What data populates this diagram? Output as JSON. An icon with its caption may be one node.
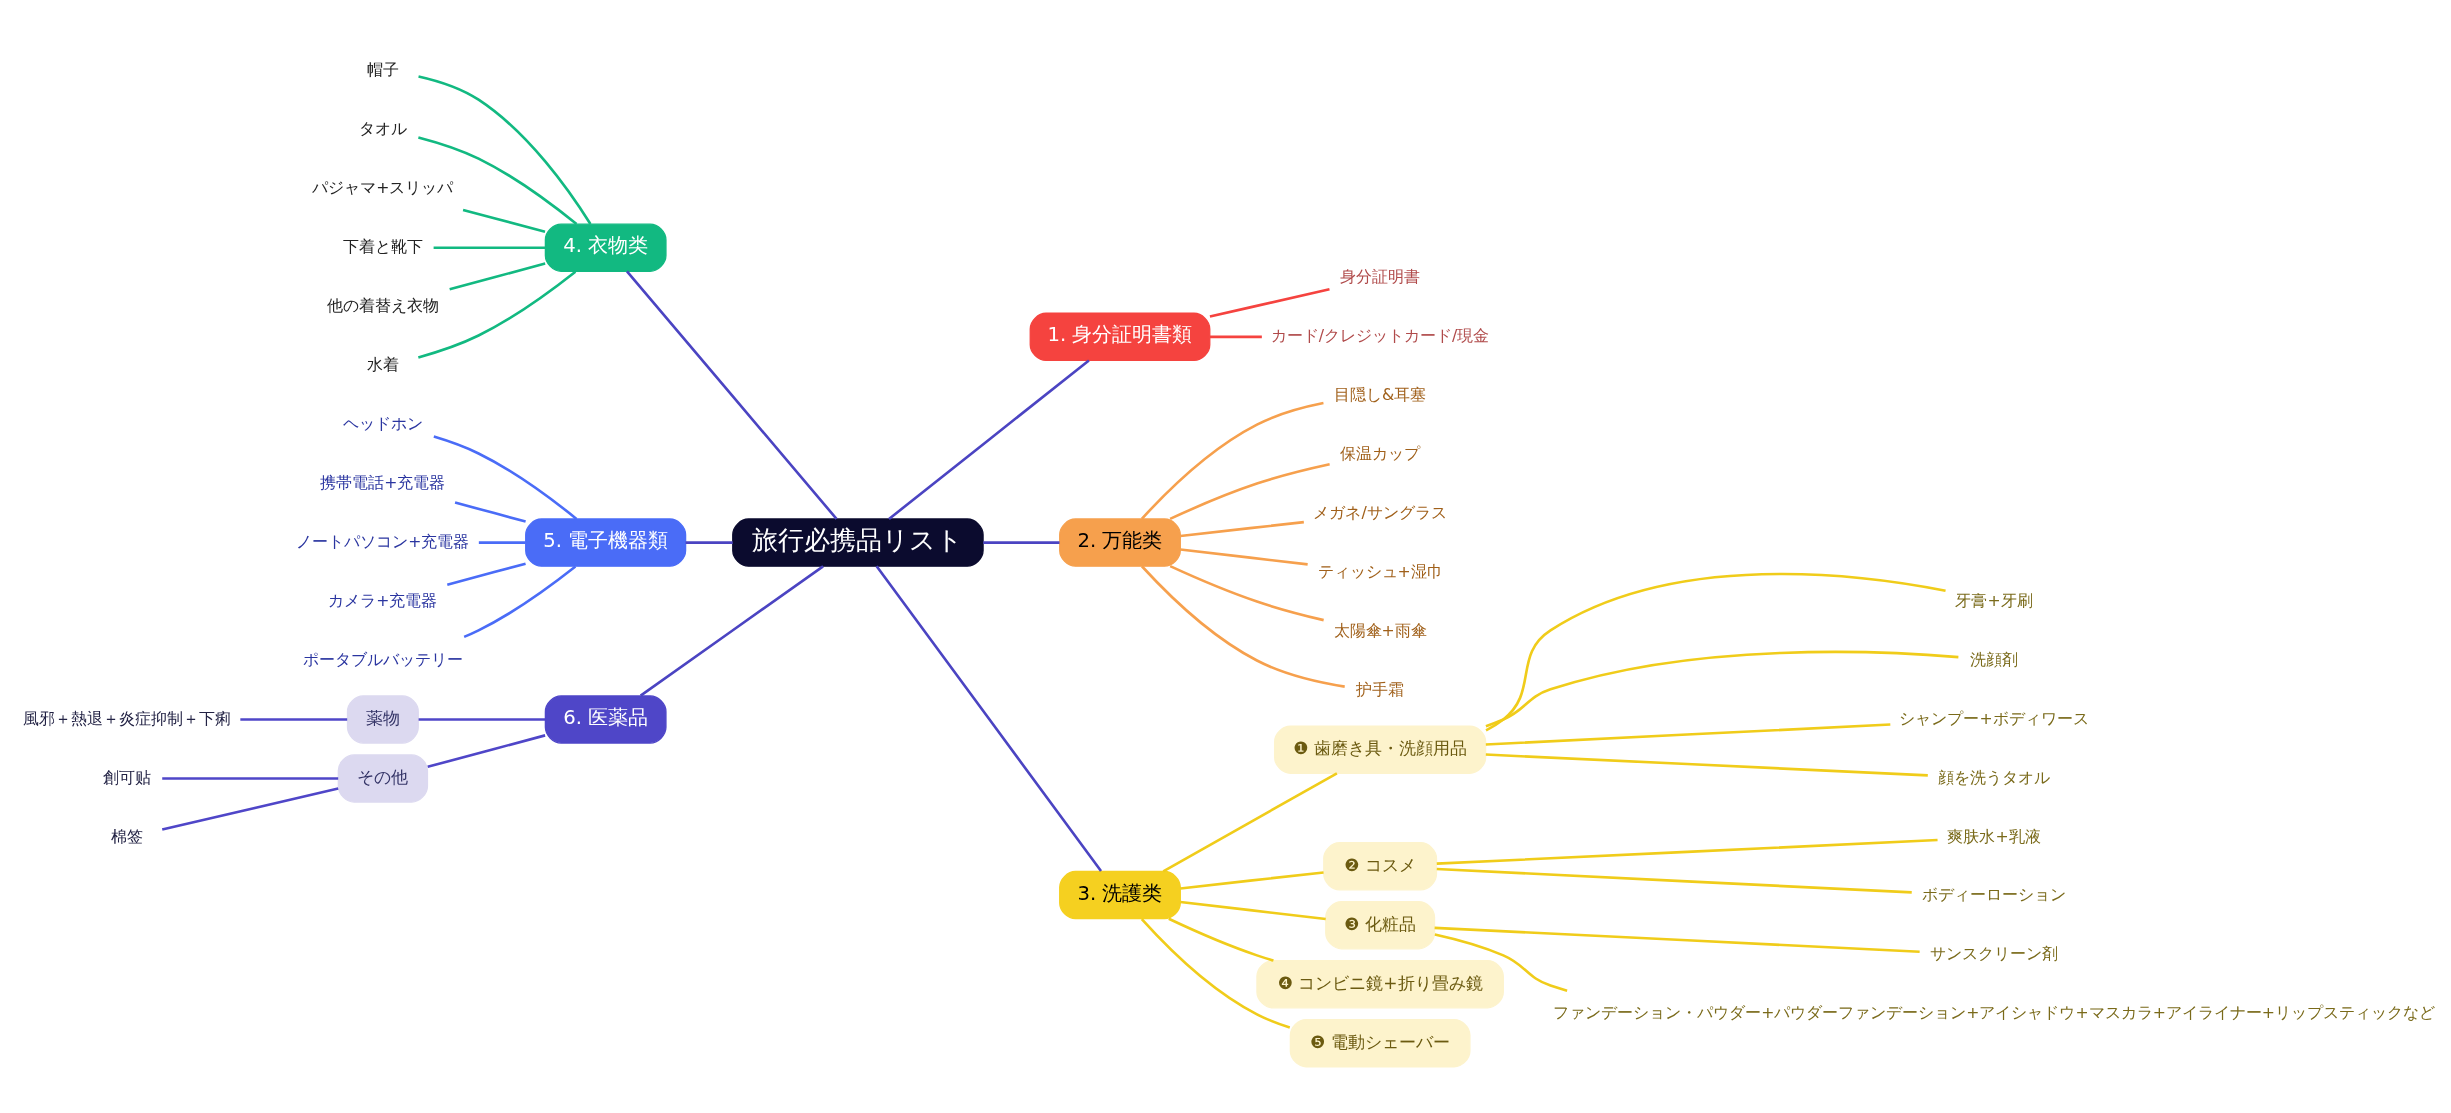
{
  "diagram": {
    "nodes": [
      {
        "text": [
          "旅行必携品リスト"
        ]
      },
      {
        "text": [
          "1. 身分証明書類"
        ]
      },
      {
        "text": [
          "身分証明書"
        ]
      },
      {
        "text": [
          "カード/クレジットカード/現金"
        ]
      },
      {
        "text": [
          "2. 万能类"
        ]
      },
      {
        "text": [
          "目隠し&耳塞"
        ]
      },
      {
        "text": [
          "保温カップ"
        ]
      },
      {
        "text": [
          "メガネ/サングラス"
        ]
      },
      {
        "text": [
          "ティッシュ+湿巾"
        ]
      },
      {
        "text": [
          "太陽傘+雨傘"
        ]
      },
      {
        "text": [
          "护手霜"
        ]
      },
      {
        "text": [
          "3. 洗護类"
        ]
      },
      {
        "text": [
          "❶ 歯磨き具・洗顔用品"
        ]
      },
      {
        "text": [
          "牙膏+牙刷"
        ]
      },
      {
        "text": [
          "洗顔剤"
        ]
      },
      {
        "text": [
          "シャンプー+ボディワース"
        ]
      },
      {
        "text": [
          "顔を洗うタオル"
        ]
      },
      {
        "text": [
          "❷ コスメ"
        ]
      },
      {
        "text": [
          "爽肤水+乳液"
        ]
      },
      {
        "text": [
          "ボディーローション"
        ]
      },
      {
        "text": [
          "❸ 化粧品"
        ]
      },
      {
        "text": [
          "サンスクリーン剤"
        ]
      },
      {
        "text": [
          "ファンデーション・パウダー+パウダーファンデーション+アイシャドウ+マスカラ+アイライナー+リップスティックなど"
        ]
      },
      {
        "text": [
          "❹ コンビニ鏡+折り畳み鏡"
        ]
      },
      {
        "text": [
          "❺ 電動シェーバー"
        ]
      },
      {
        "text": [
          "4. 衣物类"
        ]
      },
      {
        "text": [
          "帽子"
        ]
      },
      {
        "text": [
          "タオル"
        ]
      },
      {
        "text": [
          "パジャマ+スリッパ"
        ]
      },
      {
        "text": [
          "下着と靴下"
        ]
      },
      {
        "text": [
          "他の着替え衣物"
        ]
      },
      {
        "text": [
          "水着"
        ]
      },
      {
        "text": [
          "5. 電子機器類"
        ]
      },
      {
        "text": [
          "ヘッドホン"
        ]
      },
      {
        "text": [
          "携帯電話+充電器"
        ]
      },
      {
        "text": [
          "ノートパソコン+充電器"
        ]
      },
      {
        "text": [
          "カメラ+充電器"
        ]
      },
      {
        "text": [
          "ポータブルバッテリー"
        ]
      },
      {
        "text": [
          "6. 医薬品"
        ]
      },
      {
        "text": [
          "薬物"
        ]
      },
      {
        "text": [
          "風邪＋熱退＋炎症抑制＋下痢"
        ]
      },
      {
        "text": [
          "その他"
        ]
      },
      {
        "text": [
          "創可贴"
        ]
      },
      {
        "text": [
          "棉签"
        ]
      }
    ],
    "edges": [
      {
        "from": 0,
        "to": 1,
        "arrow": "none",
        "color": "#4b44c2"
      },
      {
        "from": 1,
        "to": 2,
        "arrow": "none",
        "color": "#f5433f"
      },
      {
        "from": 1,
        "to": 3,
        "arrow": "none",
        "color": "#f5433f"
      },
      {
        "from": 0,
        "to": 4,
        "arrow": "none",
        "color": "#4b44c2"
      },
      {
        "from": 4,
        "to": 5,
        "arrow": "none",
        "color": "#f6a04d"
      },
      {
        "from": 4,
        "to": 6,
        "arrow": "none",
        "color": "#f6a04d"
      },
      {
        "from": 4,
        "to": 7,
        "arrow": "none",
        "color": "#f6a04d"
      },
      {
        "from": 4,
        "to": 8,
        "arrow": "none",
        "color": "#f6a04d"
      },
      {
        "from": 4,
        "to": 9,
        "arrow": "none",
        "color": "#f6a04d"
      },
      {
        "from": 4,
        "to": 10,
        "arrow": "none",
        "color": "#f6a04d"
      },
      {
        "from": 0,
        "to": 11,
        "arrow": "none",
        "color": "#4b44c2"
      },
      {
        "from": 11,
        "to": 12,
        "arrow": "none"
      },
      {
        "from": 12,
        "to": 13,
        "arrow": "none"
      },
      {
        "from": 12,
        "to": 14,
        "arrow": "none"
      },
      {
        "from": 12,
        "to": 15,
        "arrow": "none"
      },
      {
        "from": 12,
        "to": 16,
        "arrow": "none"
      },
      {
        "from": 11,
        "to": 17,
        "arrow": "none"
      },
      {
        "from": 17,
        "to": 18,
        "arrow": "none"
      },
      {
        "from": 17,
        "to": 19,
        "arrow": "none"
      },
      {
        "from": 11,
        "to": 20,
        "arrow": "none"
      },
      {
        "from": 20,
        "to": 21,
        "arrow": "none"
      },
      {
        "from": 20,
        "to": 22,
        "arrow": "none"
      },
      {
        "from": 11,
        "to": 23,
        "arrow": "none"
      },
      {
        "from": 11,
        "to": 24,
        "arrow": "none"
      },
      {
        "from": 0,
        "to": 25,
        "arrow": "none",
        "color": "#4b44c2"
      },
      {
        "from": 25,
        "to": 26,
        "arrow": "none",
        "color": "#12b981"
      },
      {
        "from": 25,
        "to": 27,
        "arrow": "none",
        "color": "#12b981"
      },
      {
        "from": 25,
        "to": 28,
        "arrow": "none",
        "color": "#12b981"
      },
      {
        "from": 25,
        "to": 29,
        "arrow": "none",
        "color": "#12b981"
      },
      {
        "from": 25,
        "to": 30,
        "arrow": "none",
        "color": "#12b981"
      },
      {
        "from": 25,
        "to": 31,
        "arrow": "none",
        "color": "#12b981"
      },
      {
        "from": 0,
        "to": 32,
        "arrow": "none",
        "color": "#4b44c2"
      },
      {
        "from": 32,
        "to": 33,
        "arrow": "none",
        "color": "#4a6cf7"
      },
      {
        "from": 32,
        "to": 34,
        "arrow": "none",
        "color": "#4a6cf7"
      },
      {
        "from": 32,
        "to": 35,
        "arrow": "none",
        "color": "#4a6cf7"
      },
      {
        "from": 32,
        "to": 36,
        "arrow": "none",
        "color": "#4a6cf7"
      },
      {
        "from": 32,
        "to": 37,
        "arrow": "none",
        "color": "#4a6cf7"
      },
      {
        "from": 0,
        "to": 38,
        "arrow": "none",
        "color": "#4b44c2"
      },
      {
        "from": 38,
        "to": 39,
        "arrow": "none",
        "color": "#4f46c8"
      },
      {
        "from": 39,
        "to": 40,
        "arrow": "none",
        "color": "#4f46c8"
      },
      {
        "from": 38,
        "to": 41,
        "arrow": "none",
        "color": "#4f46c8"
      },
      {
        "from": 41,
        "to": 42,
        "arrow": "none",
        "color": "#4f46c8"
      },
      {
        "from": 41,
        "to": 43,
        "arrow": "none",
        "color": "#4f46c8"
      }
    ]
  }
}
